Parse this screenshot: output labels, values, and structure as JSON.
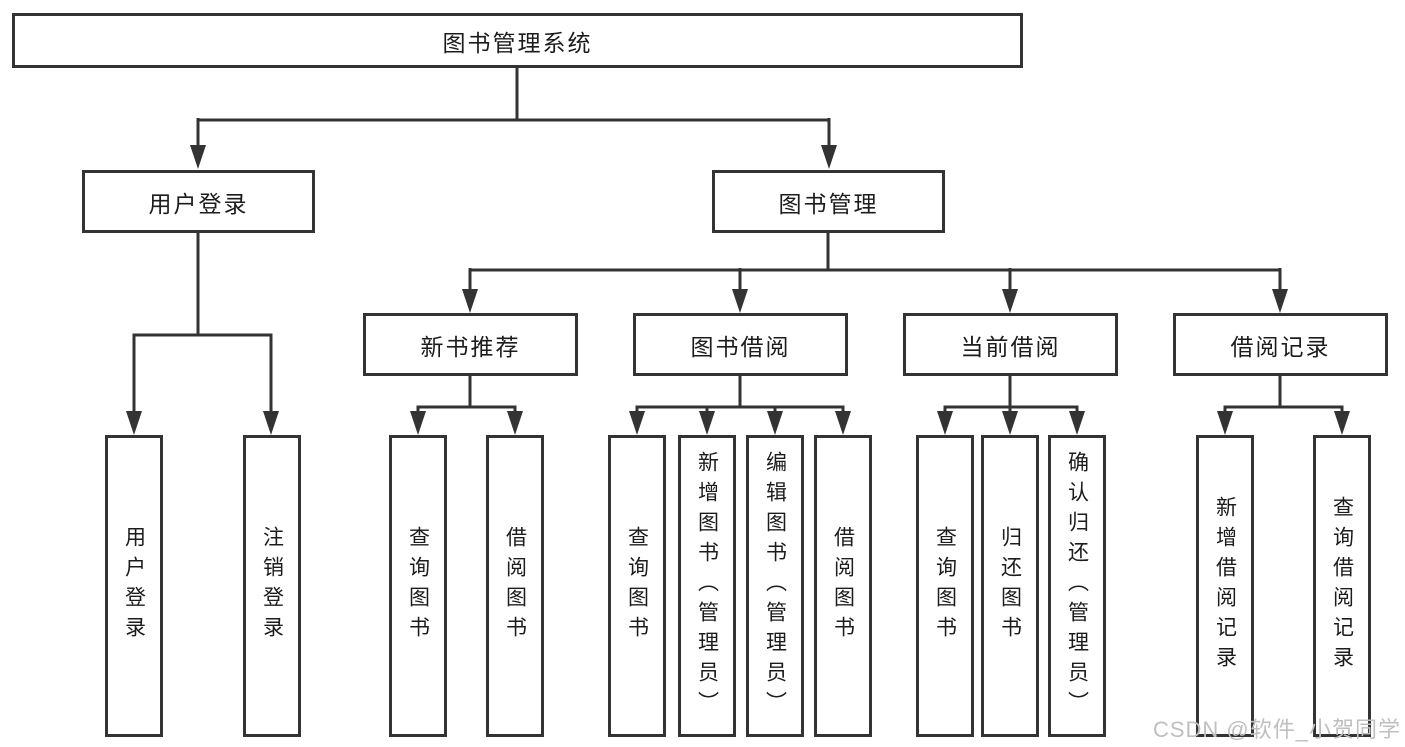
{
  "colors": {
    "line": "#333333",
    "box_border": "#333333",
    "box_background": "#ffffff",
    "text": "#1c1c1c",
    "watermark": "#bfbfbf",
    "page_background": "#ffffff"
  },
  "watermark": {
    "text": "CSDN @软件_小贺同学"
  },
  "tree": {
    "root": {
      "label": "图书管理系统"
    },
    "branches": [
      {
        "label": "用户登录",
        "children": [
          {
            "label": "用户登录"
          },
          {
            "label": "注销登录"
          }
        ]
      },
      {
        "label": "图书管理",
        "sections": [
          {
            "label": "新书推荐",
            "children": [
              {
                "label": "查询图书"
              },
              {
                "label": "借阅图书"
              }
            ]
          },
          {
            "label": "图书借阅",
            "children": [
              {
                "label": "查询图书"
              },
              {
                "label": "新增图书（管理员）"
              },
              {
                "label": "编辑图书（管理员）"
              },
              {
                "label": "借阅图书"
              }
            ]
          },
          {
            "label": "当前借阅",
            "children": [
              {
                "label": "查询图书"
              },
              {
                "label": "归还图书"
              },
              {
                "label": "确认归还（管理员）"
              }
            ]
          },
          {
            "label": "借阅记录",
            "children": [
              {
                "label": "新增借阅记录"
              },
              {
                "label": "查询借阅记录"
              }
            ]
          }
        ]
      }
    ]
  }
}
